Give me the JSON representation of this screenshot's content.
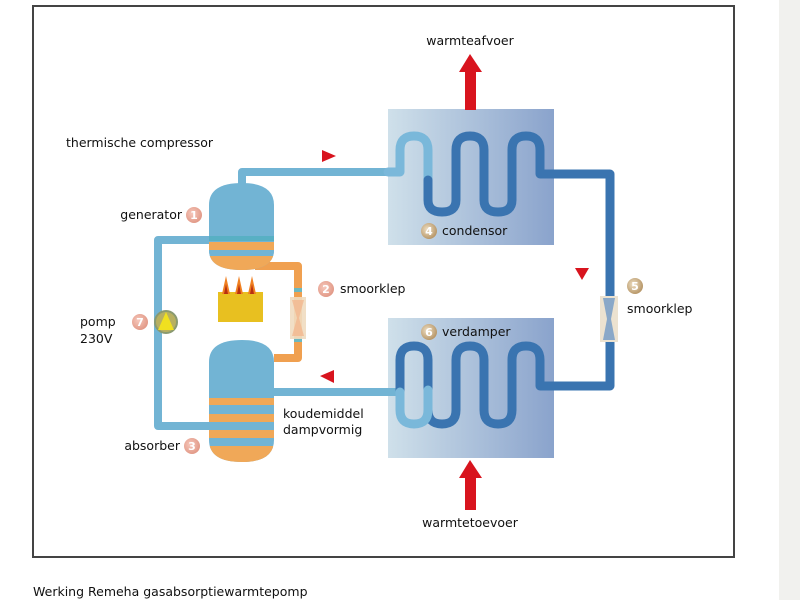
{
  "caption": "Werking Remeha gasabsorptiewarmtepomp",
  "labels": {
    "heat_out": "warmteafvoer",
    "heat_in": "warmtetoevoer",
    "thermal_compressor": "thermische compressor",
    "generator": "generator",
    "throttle_1": "smoorklep",
    "pump_line1": "pomp",
    "pump_line2": "230V",
    "absorber": "absorber",
    "refrigerant_line1": "koudemiddel",
    "refrigerant_line2": "dampvormig",
    "condenser": "condensor",
    "evaporator": "verdamper",
    "throttle_5": "smoorklep"
  },
  "badges": {
    "generator": "1",
    "throttle_1": "2",
    "absorber": "3",
    "condenser": "4",
    "throttle_5": "5",
    "evaporator": "6",
    "pump": "7"
  },
  "colors": {
    "light_pipe": "#72b4d4",
    "dark_pipe": "#3a74b0",
    "orange": "#f0a050",
    "arrow_red": "#d8141e",
    "burner_yellow": "#e8c020",
    "exchanger_bg": "#b7c9df",
    "badge_red": "#e8a090",
    "badge_gold": "#c8a870"
  }
}
